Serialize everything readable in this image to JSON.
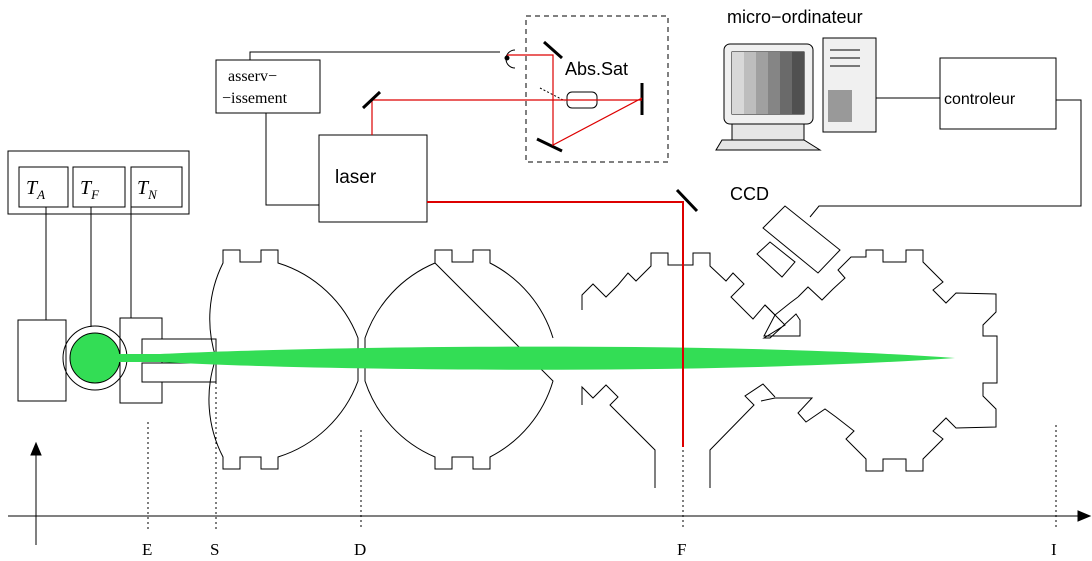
{
  "labels": {
    "computer": "micro−ordinateur",
    "controller": "controleur",
    "servo_line1": "asserv−",
    "servo_line2": "−issement",
    "abs_sat": "Abs.Sat",
    "laser": "laser",
    "ccd": "CCD"
  },
  "thermo": {
    "t_a": {
      "main": "T",
      "sub": "A"
    },
    "t_f": {
      "main": "T",
      "sub": "F"
    },
    "t_n": {
      "main": "T",
      "sub": "N"
    }
  },
  "axis_marks": {
    "e": "E",
    "s": "S",
    "d": "D",
    "f": "F",
    "i": "I"
  },
  "colors": {
    "laser_beam": "#dd0000",
    "atom_jet": "#33dd55",
    "line": "#000000"
  }
}
